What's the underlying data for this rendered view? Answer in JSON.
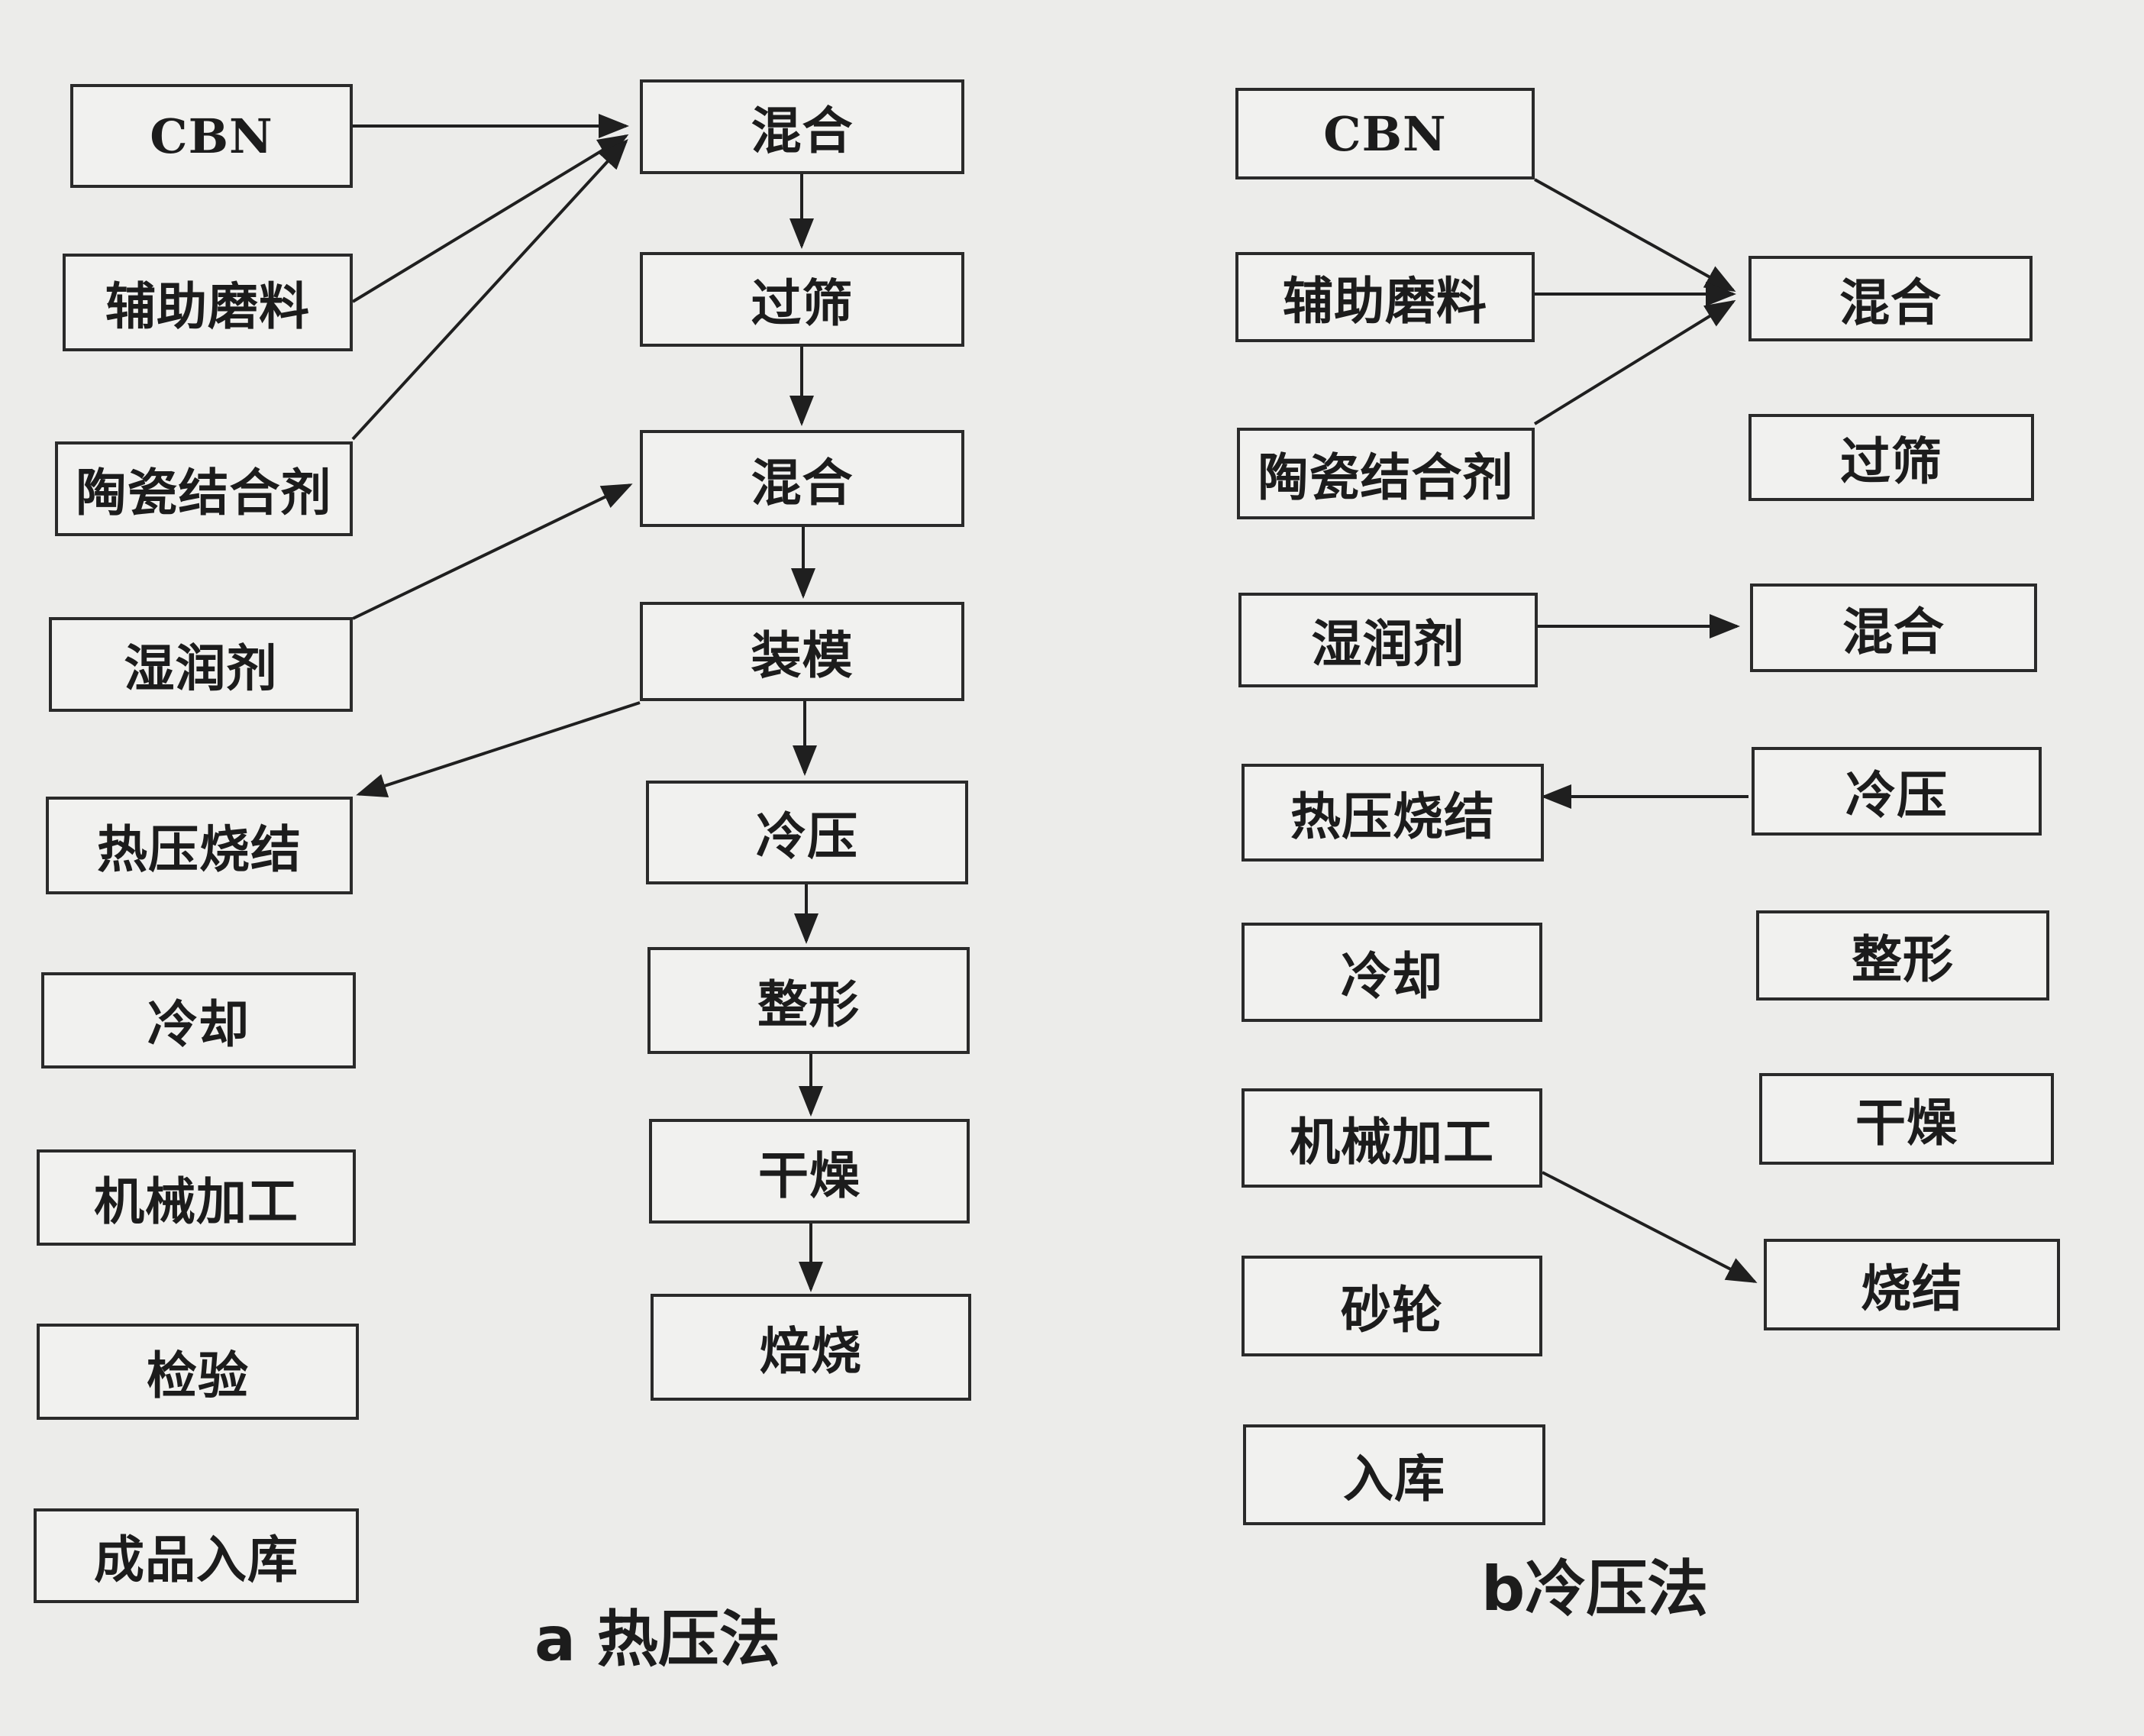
{
  "diagram_a": {
    "caption": "a 热压法",
    "materials": [
      "CBN",
      "辅助磨料",
      "陶瓷结合剂",
      "湿润剂",
      "热压烧结",
      "冷却",
      "机械加工",
      "检验",
      "成品入库"
    ],
    "process": [
      "混合",
      "过筛",
      "混合",
      "装模",
      "冷压",
      "整形",
      "干燥",
      "焙烧"
    ]
  },
  "diagram_b": {
    "caption": "b冷压法",
    "left": [
      "CBN",
      "辅助磨料",
      "陶瓷结合剂",
      "湿润剂",
      "热压烧结",
      "冷却",
      "机械加工",
      "砂轮",
      "入库"
    ],
    "right": [
      "混合",
      "过筛",
      "混合",
      "冷压",
      "整形",
      "干燥",
      "烧结"
    ]
  },
  "colors": {
    "background": "#ececea",
    "box_border": "#2a2a2a",
    "arrow": "#1f1f1f"
  }
}
